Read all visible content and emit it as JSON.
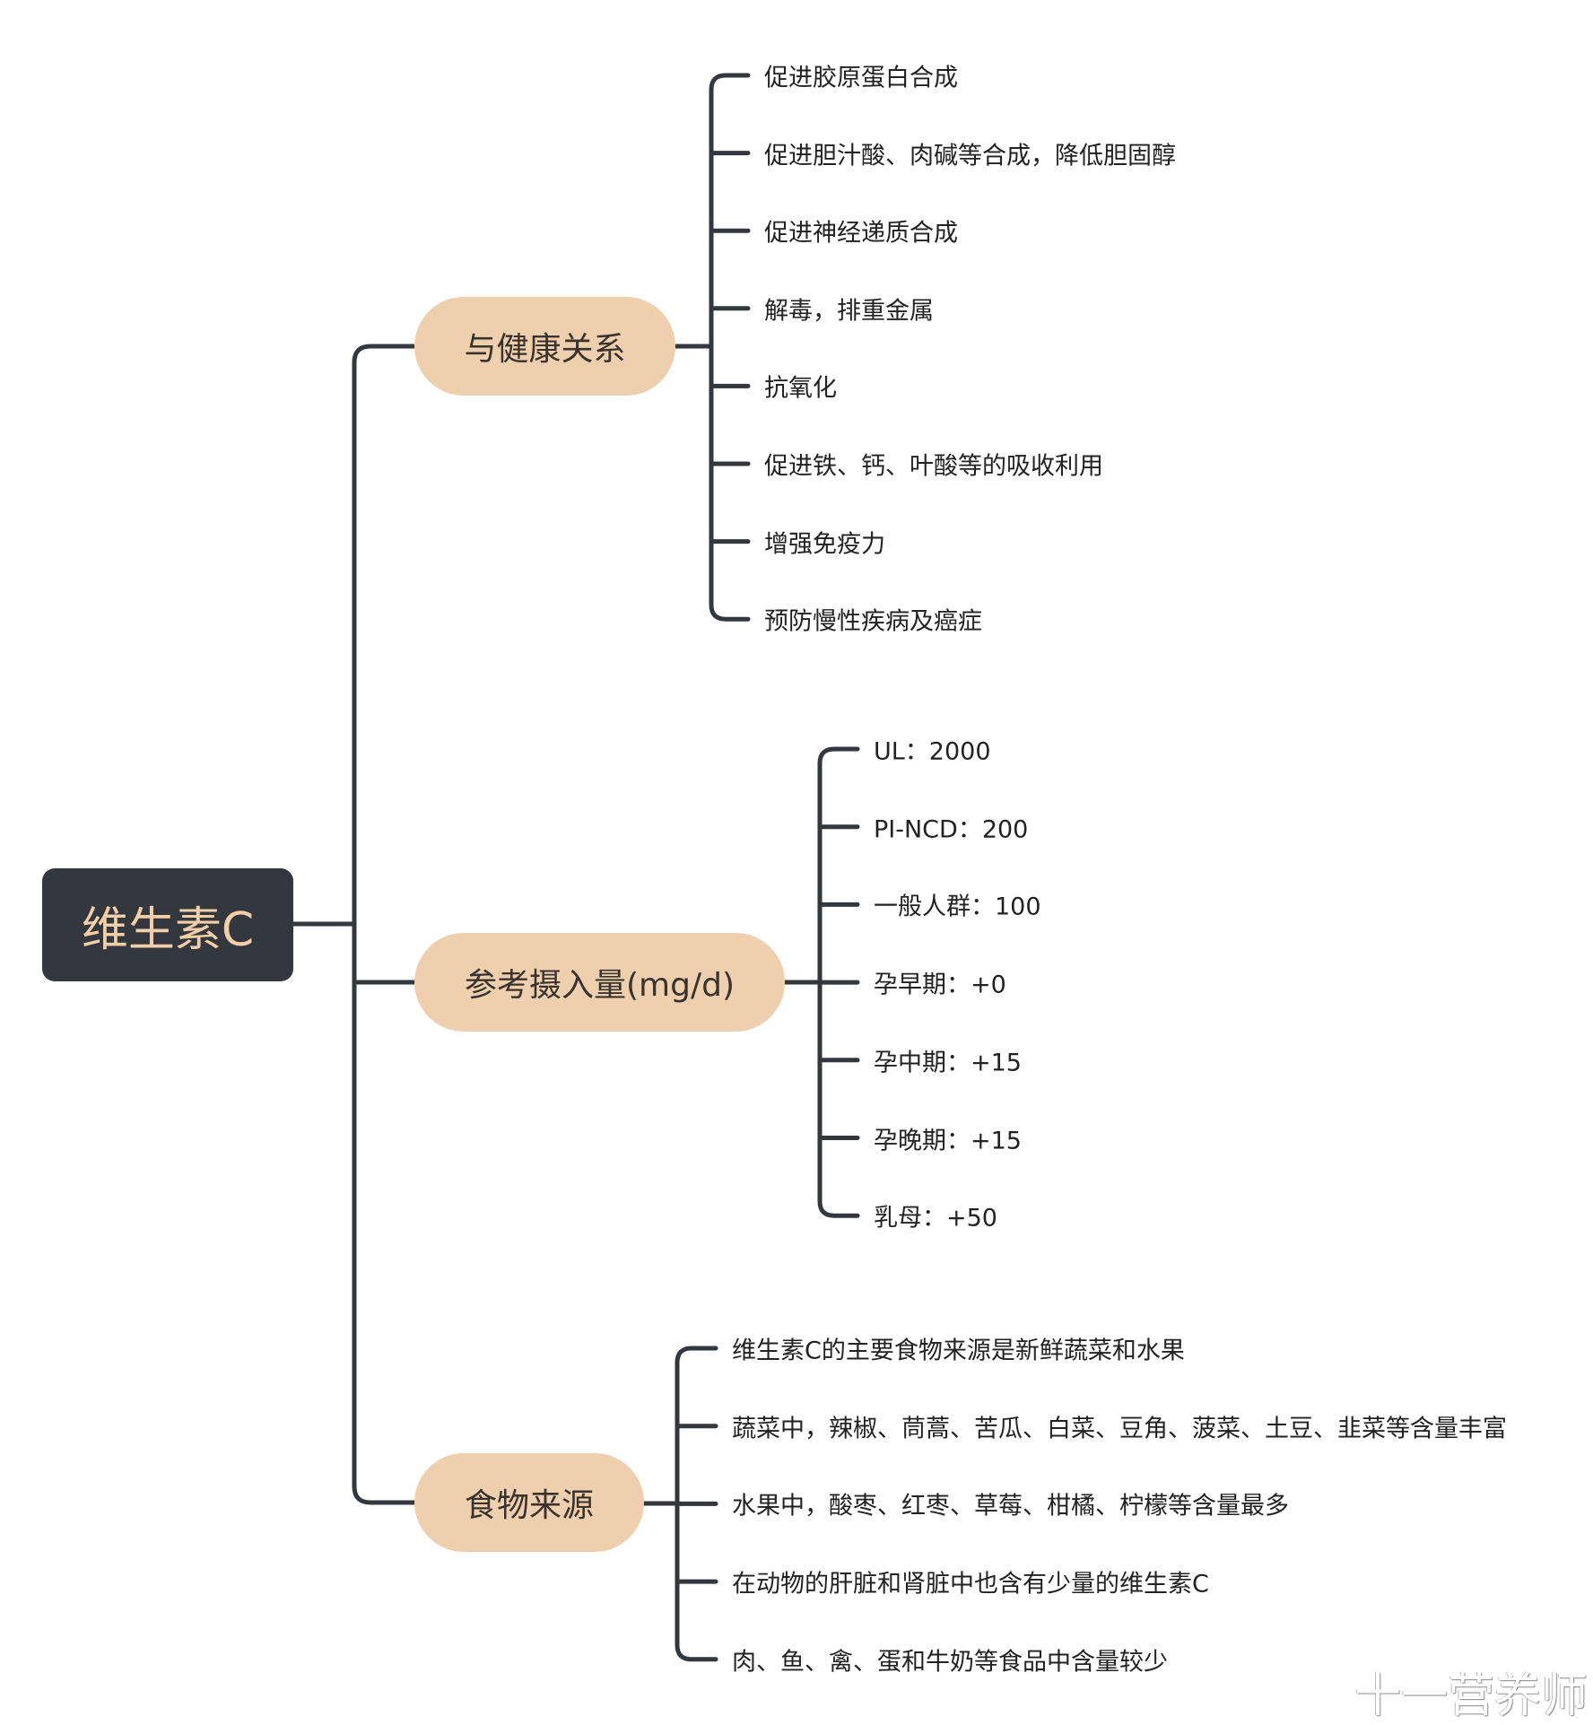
{
  "root": {
    "label": "维生素C"
  },
  "branches": [
    {
      "label": "与健康关系",
      "items": [
        "促进胶原蛋白合成",
        "促进胆汁酸、肉碱等合成，降低胆固醇",
        "促进神经递质合成",
        "解毒，排重金属",
        "抗氧化",
        "促进铁、钙、叶酸等的吸收利用",
        "增强免疫力",
        "预防慢性疾病及癌症"
      ]
    },
    {
      "label": "参考摄入量(mg/d)",
      "items": [
        "UL：2000",
        "PI-NCD：200",
        "一般人群：100",
        "孕早期：+0",
        "孕中期：+15",
        "孕晚期：+15",
        "乳母：+50"
      ]
    },
    {
      "label": "食物来源",
      "items": [
        "维生素C的主要食物来源是新鲜蔬菜和水果",
        "蔬菜中，辣椒、茼蒿、苦瓜、白菜、豆角、菠菜、土豆、韭菜等含量丰富",
        "水果中，酸枣、红枣、草莓、柑橘、柠檬等含量最多",
        "在动物的肝脏和肾脏中也含有少量的维生素C",
        "肉、鱼、禽、蛋和牛奶等食品中含量较少"
      ]
    }
  ],
  "watermark": "十一营养师",
  "colors": {
    "root_bg": "#33373e",
    "root_text": "#f2cfa6",
    "branch_bg": "#efd0ae",
    "line": "#33373e"
  }
}
